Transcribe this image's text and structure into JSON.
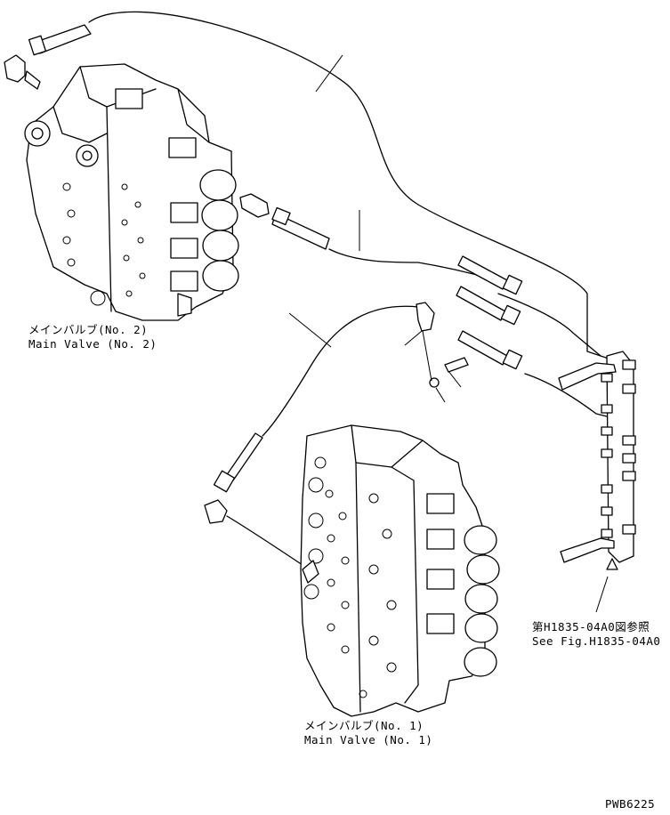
{
  "labels": {
    "main_valve_2_jp": "メインバルブ(No. 2)",
    "main_valve_2_en": "Main Valve (No. 2)",
    "main_valve_1_jp": "メインバルブ(No. 1)",
    "main_valve_1_en": "Main Valve (No. 1)",
    "ref_jp": "第H1835-04A0図参照",
    "ref_en": "See Fig.H1835-04A0",
    "drawing_number": "PWB6225"
  }
}
